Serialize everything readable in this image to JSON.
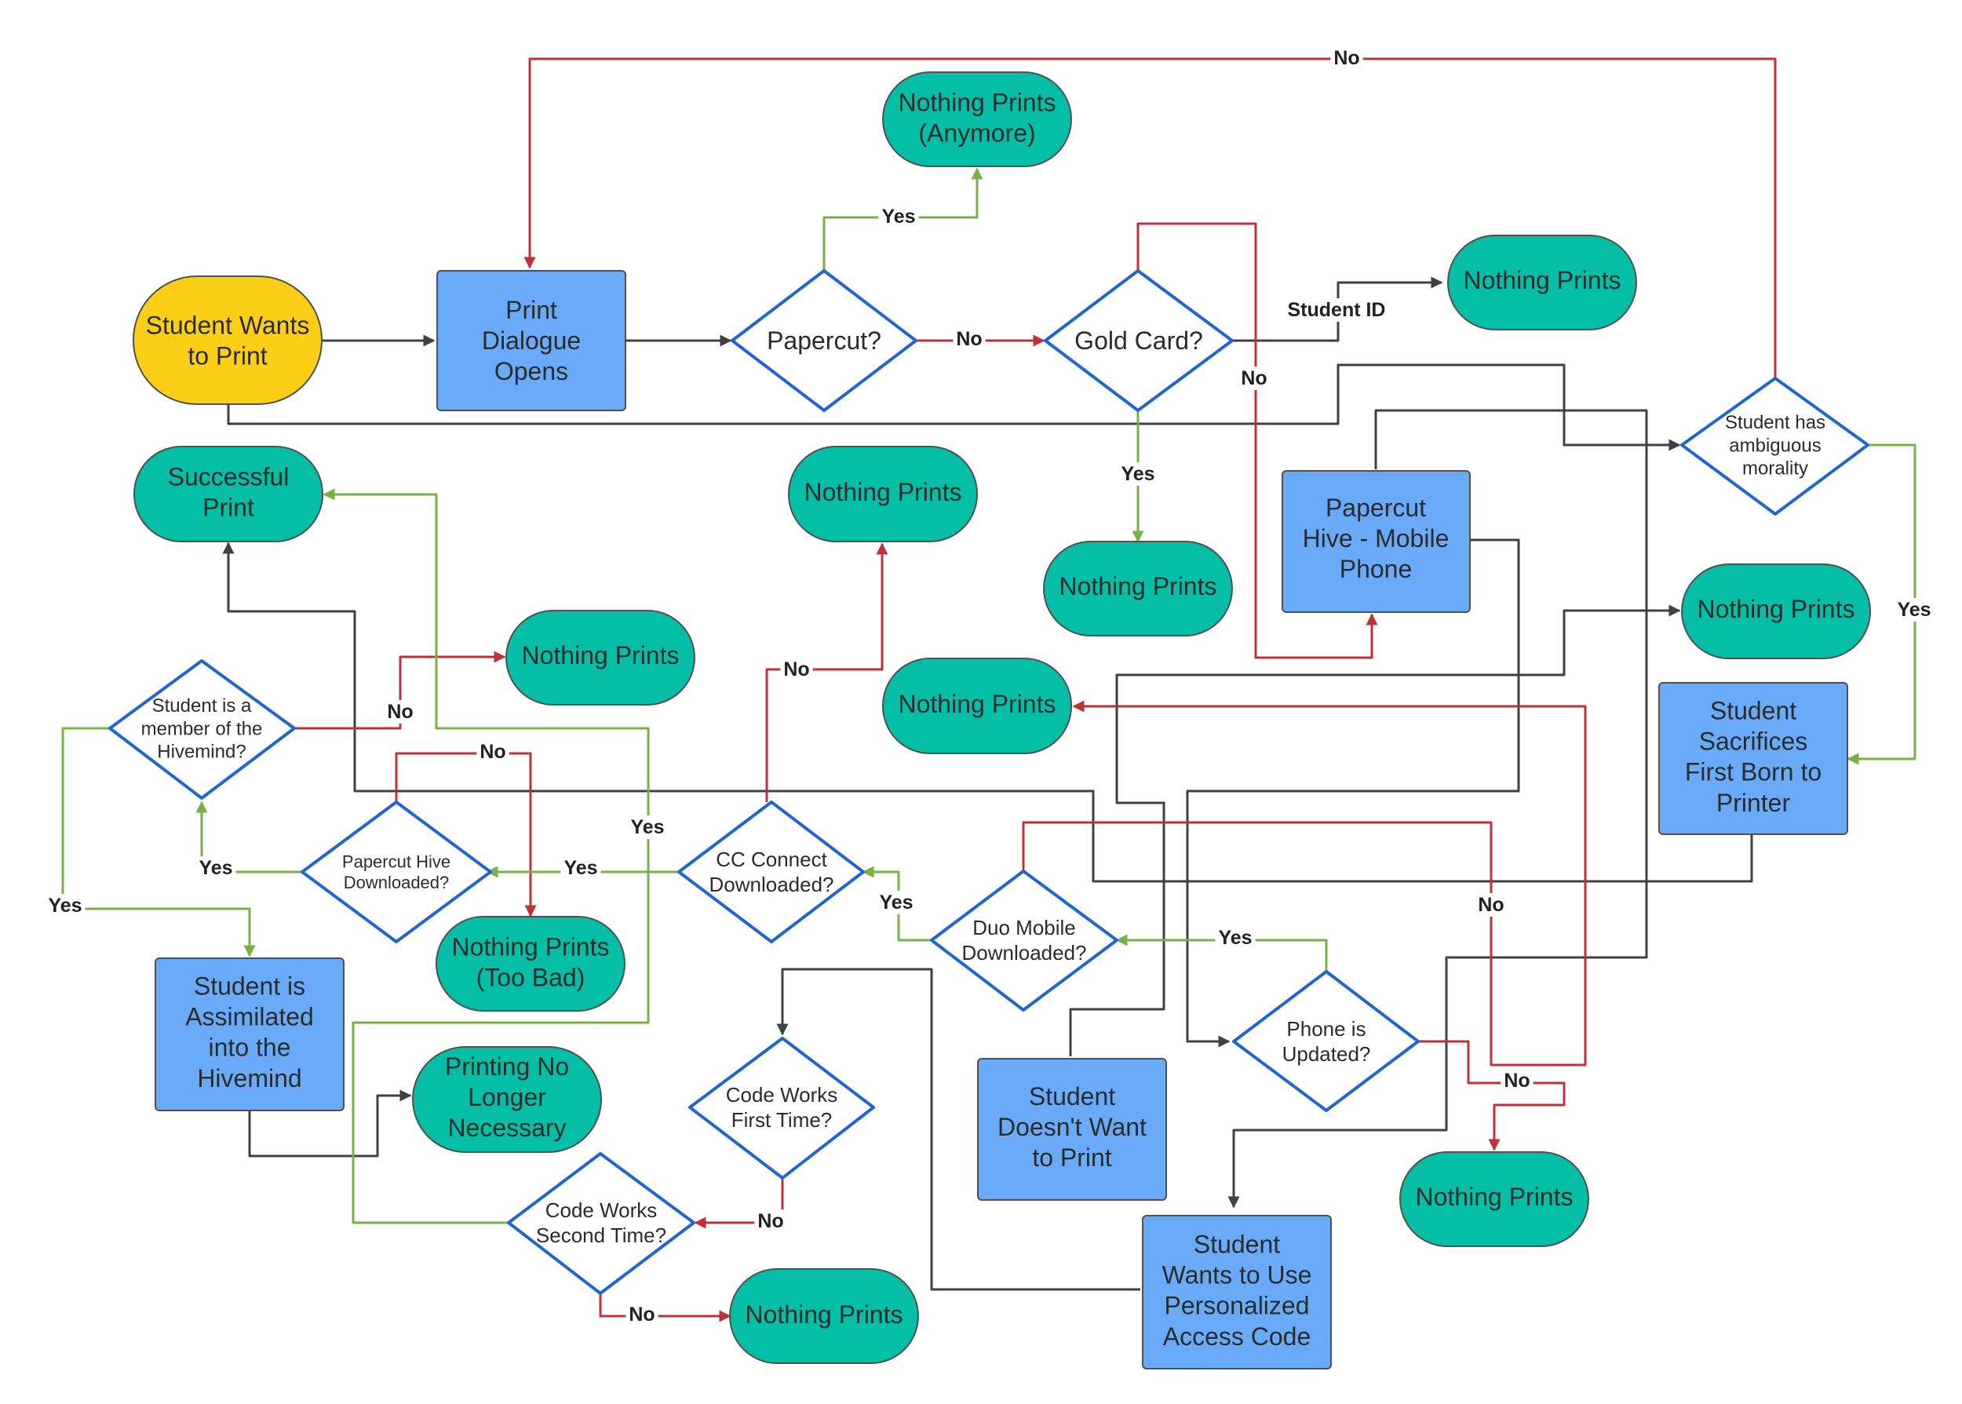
{
  "colors": {
    "start": "#fccf16",
    "process": "#6aabf9",
    "terminal": "#04bea6",
    "decision_border": "#1f66d0",
    "line_neutral": "#3e4046",
    "line_no": "#c0303a",
    "line_yes": "#77b244"
  },
  "nodes": {
    "student_wants_to_print": [
      "Student Wants",
      "to Print"
    ],
    "print_dialogue_opens": [
      "Print",
      "Dialogue",
      "Opens"
    ],
    "papercut": [
      "Papercut?"
    ],
    "nothing_prints_anymore": [
      "Nothing Prints",
      "(Anymore)"
    ],
    "gold_card": [
      "Gold Card?"
    ],
    "nothing_prints_id": [
      "Nothing Prints"
    ],
    "student_ambiguous_morality": [
      "Student has",
      "ambiguous",
      "morality"
    ],
    "successful_print": [
      "Successful",
      "Print"
    ],
    "nothing_prints_cc": [
      "Nothing Prints"
    ],
    "nothing_prints_gold": [
      "Nothing Prints"
    ],
    "papercut_hive_mobile": [
      "Papercut",
      "Hive - Mobile",
      "Phone"
    ],
    "nothing_prints_hivemind": [
      "Nothing Prints"
    ],
    "nothing_prints_center": [
      "Nothing Prints"
    ],
    "nothing_prints_right": [
      "Nothing Prints"
    ],
    "student_hivemind_member": [
      "Student is a",
      "member of the",
      "Hivemind?"
    ],
    "student_sacrifices": [
      "Student",
      "Sacrifices",
      "First Born to",
      "Printer"
    ],
    "papercut_hive_downloaded": [
      "Papercut Hive",
      "Downloaded?"
    ],
    "cc_connect_downloaded": [
      "CC Connect",
      "Downloaded?"
    ],
    "duo_mobile_downloaded": [
      "Duo Mobile",
      "Downloaded?"
    ],
    "nothing_prints_too_bad": [
      "Nothing Prints",
      "(Too Bad)"
    ],
    "student_assimilated": [
      "Student is",
      "Assimilated",
      "into the",
      "Hivemind"
    ],
    "phone_updated": [
      "Phone is",
      "Updated?"
    ],
    "code_works_first": [
      "Code Works",
      "First Time?"
    ],
    "printing_no_longer": [
      "Printing No",
      "Longer",
      "Necessary"
    ],
    "student_doesnt_want": [
      "Student",
      "Doesn't Want",
      "to Print"
    ],
    "nothing_prints_phone": [
      "Nothing Prints"
    ],
    "code_works_second": [
      "Code Works",
      "Second Time?"
    ],
    "student_access_code": [
      "Student",
      "Wants to Use",
      "Personalized",
      "Access Code"
    ],
    "nothing_prints_code": [
      "Nothing Prints"
    ]
  },
  "labels": {
    "no_top": "No",
    "yes_papercut": "Yes",
    "no_papercut": "No",
    "student_id": "Student ID",
    "no_gold": "No",
    "yes_gold": "Yes",
    "yes_morality": "Yes",
    "no_cc": "No",
    "no_hivemind": "No",
    "yes_cc_path": "Yes",
    "no_hive_dl": "No",
    "yes_hive_dl": "Yes",
    "yes_cc": "Yes",
    "yes_duo": "Yes",
    "yes_hivemind": "Yes",
    "yes_phone": "Yes",
    "no_duo": "No",
    "no_phone": "No",
    "no_code1": "No",
    "no_code2": "No"
  }
}
